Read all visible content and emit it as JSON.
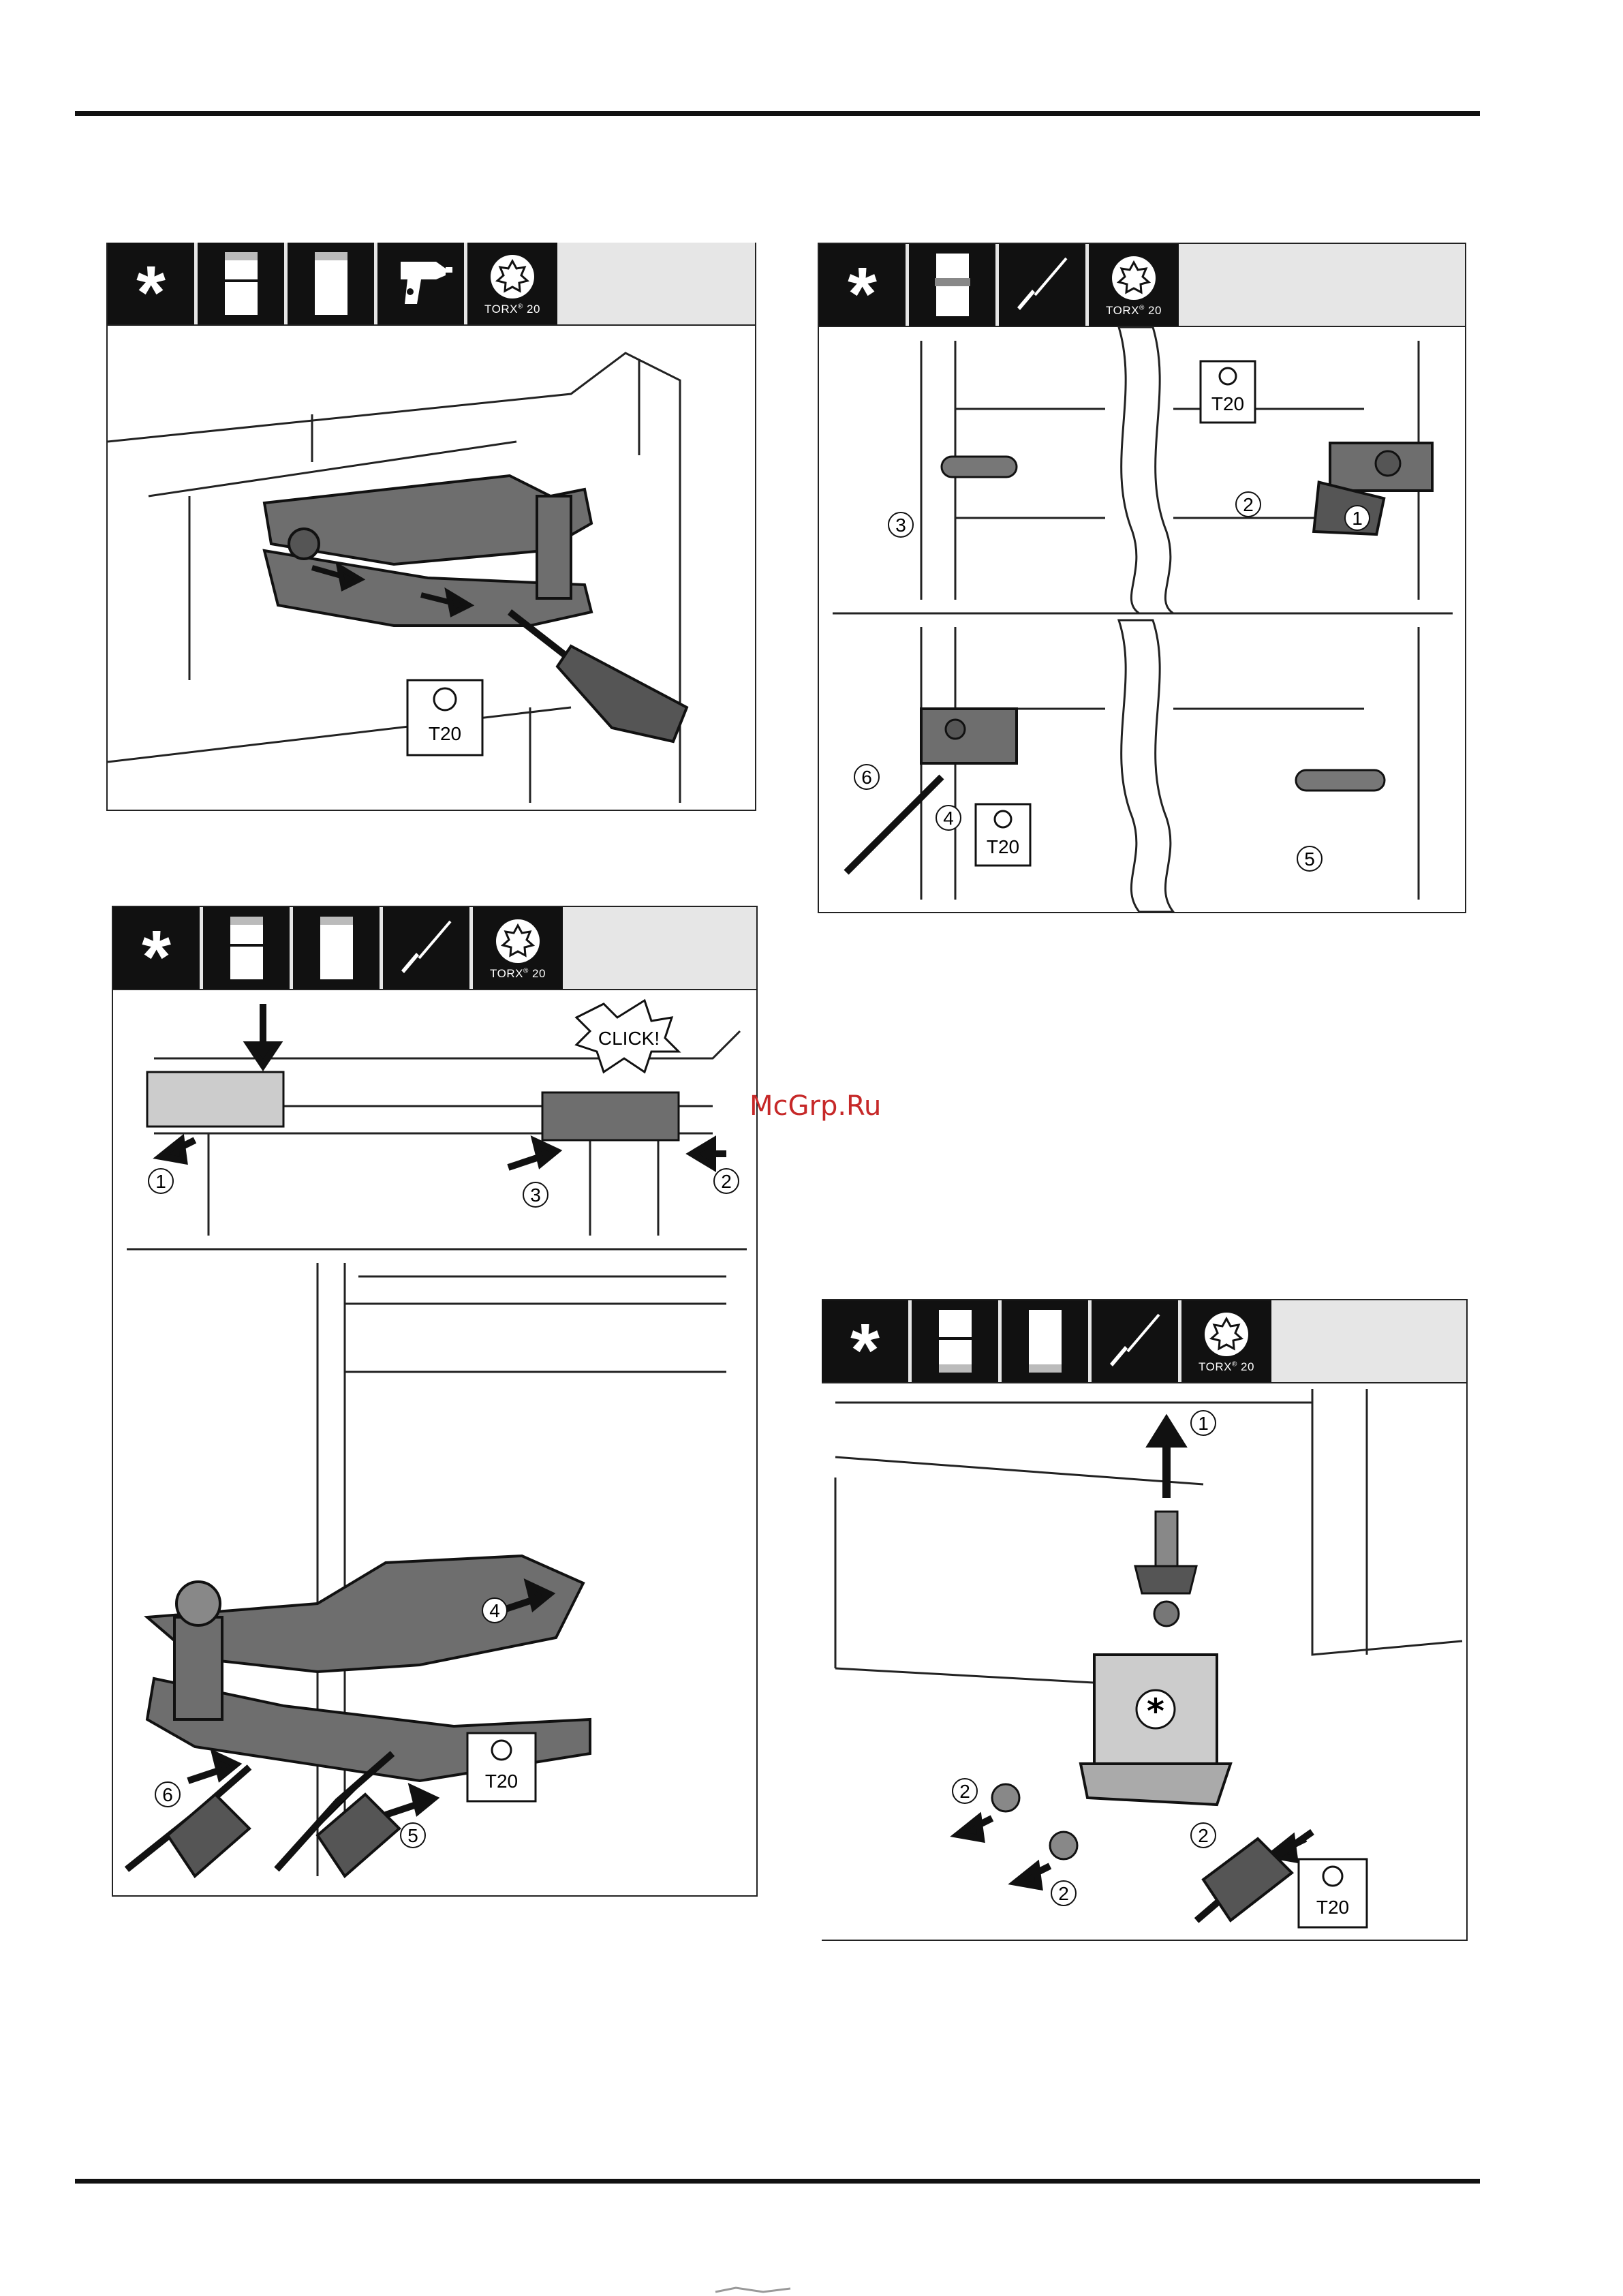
{
  "page": {
    "watermark": "McGrp.Ru"
  },
  "panels": {
    "p1": {
      "torx_brand": "TORX",
      "torx_size": "20",
      "callouts": {
        "t": "T20"
      }
    },
    "p2": {
      "torx_brand": "TORX",
      "torx_size": "20",
      "callouts": {
        "t1": "T20",
        "t2": "T20",
        "n1": "1",
        "n2": "2",
        "n3": "3",
        "n4": "4",
        "n5": "5",
        "n6": "6"
      }
    },
    "p3": {
      "torx_brand": "TORX",
      "torx_size": "20",
      "callouts": {
        "click": "CLICK!",
        "n1": "1",
        "n2": "2",
        "n3": "3",
        "n4": "4",
        "n5": "5",
        "n6": "6",
        "t": "T20"
      }
    },
    "p4": {
      "torx_brand": "TORX",
      "torx_size": "20",
      "callouts": {
        "n1": "1",
        "n2a": "2",
        "n2b": "2",
        "n2c": "2",
        "t": "T20"
      }
    }
  }
}
